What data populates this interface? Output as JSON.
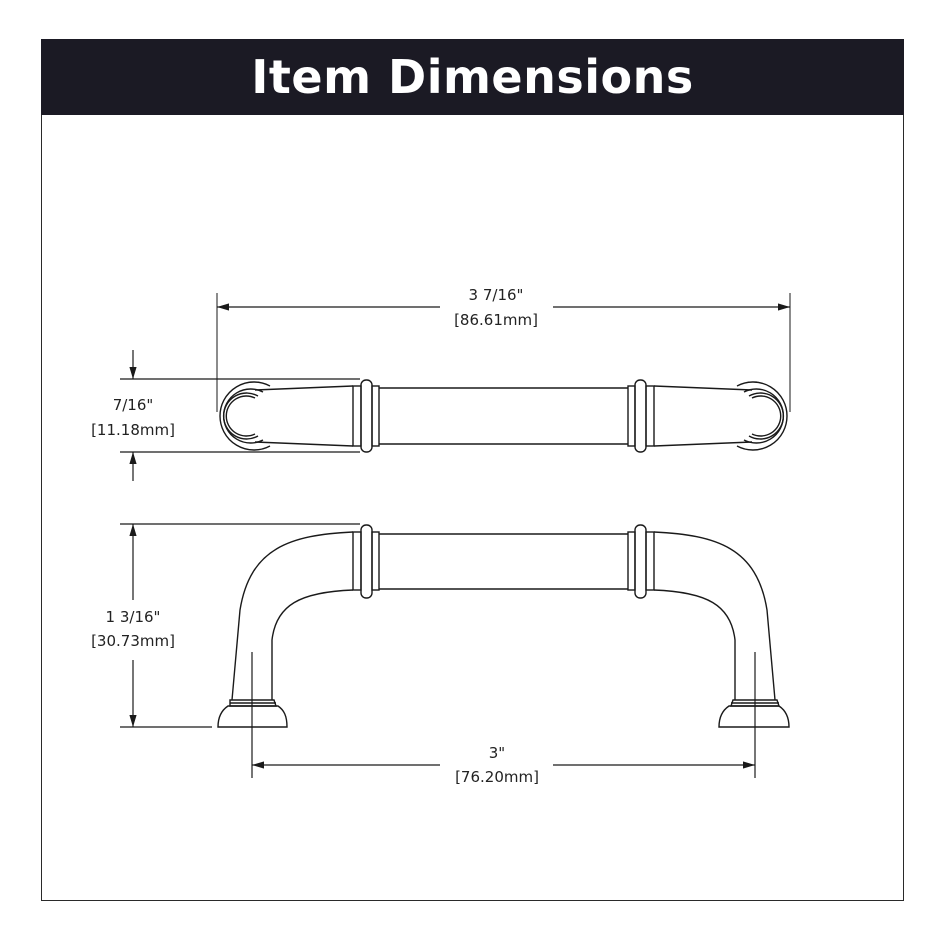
{
  "header": {
    "title": "Item Dimensions"
  },
  "colors": {
    "header_bg": "#1b1a24",
    "header_text": "#ffffff",
    "line": "#1a1a1a"
  },
  "dimensions": {
    "overall_length": {
      "imperial": "3 7/16\"",
      "metric": "[86.61mm]"
    },
    "width": {
      "imperial": "7/16\"",
      "metric": "[11.18mm]"
    },
    "projection": {
      "imperial": "1 3/16\"",
      "metric": "[30.73mm]"
    },
    "center_to_center": {
      "imperial": "3\"",
      "metric": "[76.20mm]"
    }
  },
  "views": [
    "top-view",
    "side-view"
  ]
}
